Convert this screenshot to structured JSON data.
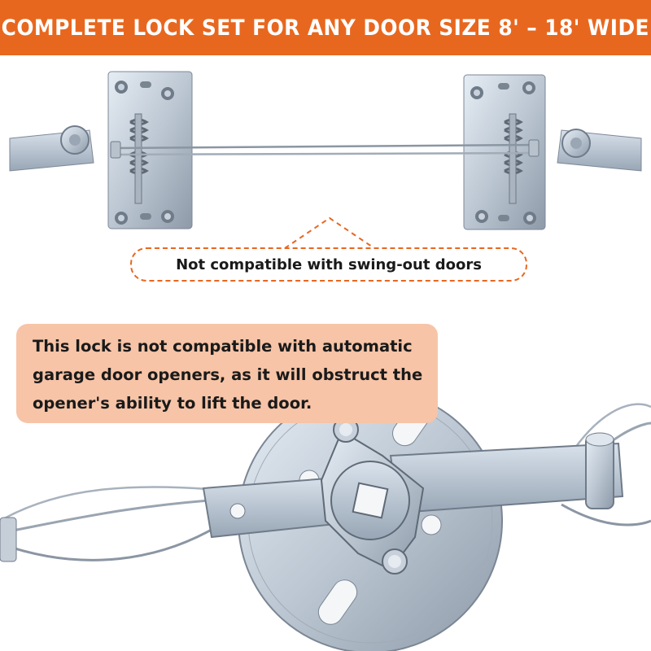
{
  "banner": {
    "text": "COMPLETE LOCK SET FOR ANY DOOR SIZE 8' – 18' WIDE",
    "color": "#e8671f"
  },
  "callout": {
    "text": "Not compatible with swing-out doors",
    "border_color": "#e8671f"
  },
  "note": {
    "text": "This lock is not compatible with automatic garage door openers, as it will obstruct the opener's ability to lift the door.",
    "background": "#f7c4a7"
  },
  "images": [
    {
      "name": "lock-set-product-photo"
    },
    {
      "name": "lock-mechanism-closeup-photo"
    }
  ]
}
